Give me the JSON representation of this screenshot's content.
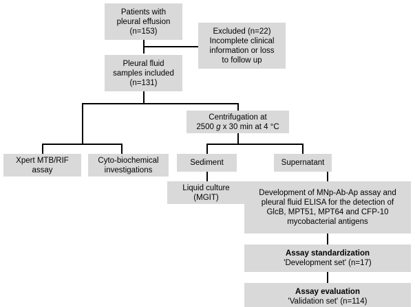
{
  "diagram": {
    "title": "Patient enrollment and pleural fluid processing flowchart",
    "box_fill": "#d9d9d9",
    "line_color": "#000000",
    "background": "#ffffff",
    "nodes": {
      "patients": {
        "lines": [
          "Patients with",
          "pleural effusion",
          "(n=153)"
        ]
      },
      "excluded": {
        "lines": [
          "Excluded (n=22)",
          "Incomplete clinical",
          "information or loss",
          "to follow up"
        ]
      },
      "samples_included": {
        "lines": [
          "Pleural fluid",
          "samples included",
          "(n=131)"
        ]
      },
      "centrifugation": {
        "lines": [
          "Centrifugation at",
          "2500 g x 30 min at 4 °C"
        ],
        "italic_token": "g"
      },
      "xpert": {
        "lines": [
          "Xpert MTB/RIF",
          "assay"
        ]
      },
      "cyto": {
        "lines": [
          "Cyto-biochemical",
          "investigations"
        ]
      },
      "sediment": {
        "lines": [
          "Sediment"
        ]
      },
      "supernatant": {
        "lines": [
          "Supernatant"
        ]
      },
      "liquid_culture": {
        "lines": [
          "Liquid culture",
          "(MGIT)"
        ]
      },
      "development": {
        "lines": [
          "Development of  MNp-Ab-Ap assay and",
          "pleural fluid ELISA for the detection of",
          "GlcB, MPT51, MPT64 and CFP-10",
          "mycobacterial antigens"
        ]
      },
      "standardization": {
        "lines": [
          "Assay standardization",
          "'Development set' (n=17)"
        ]
      },
      "evaluation": {
        "lines": [
          "Assay evaluation",
          "'Validation set' (n=114)"
        ]
      }
    }
  }
}
